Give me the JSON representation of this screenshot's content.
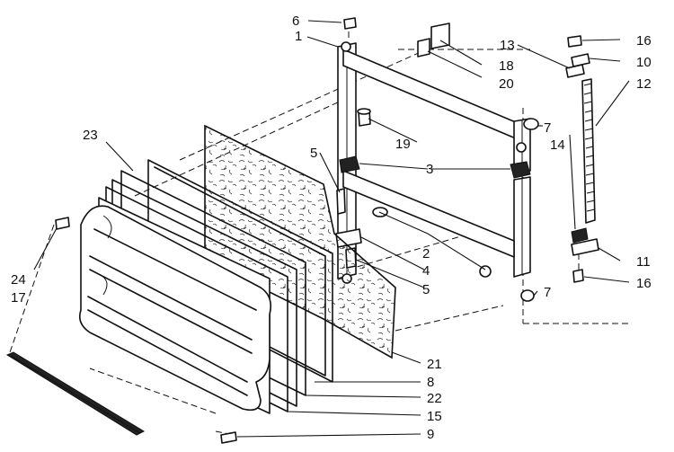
{
  "callouts": {
    "c1": "1",
    "c2": "2",
    "c3": "3",
    "c4": "4",
    "c5a": "5",
    "c5b": "5",
    "c6": "6",
    "c7a": "7",
    "c7b": "7",
    "c8": "8",
    "c9": "9",
    "c10": "10",
    "c11": "11",
    "c12": "12",
    "c13": "13",
    "c14": "14",
    "c15": "15",
    "c16a": "16",
    "c16b": "16",
    "c17": "17",
    "c18": "18",
    "c19": "19",
    "c20": "20",
    "c21": "21",
    "c22": "22",
    "c23": "23",
    "c24": "24"
  }
}
